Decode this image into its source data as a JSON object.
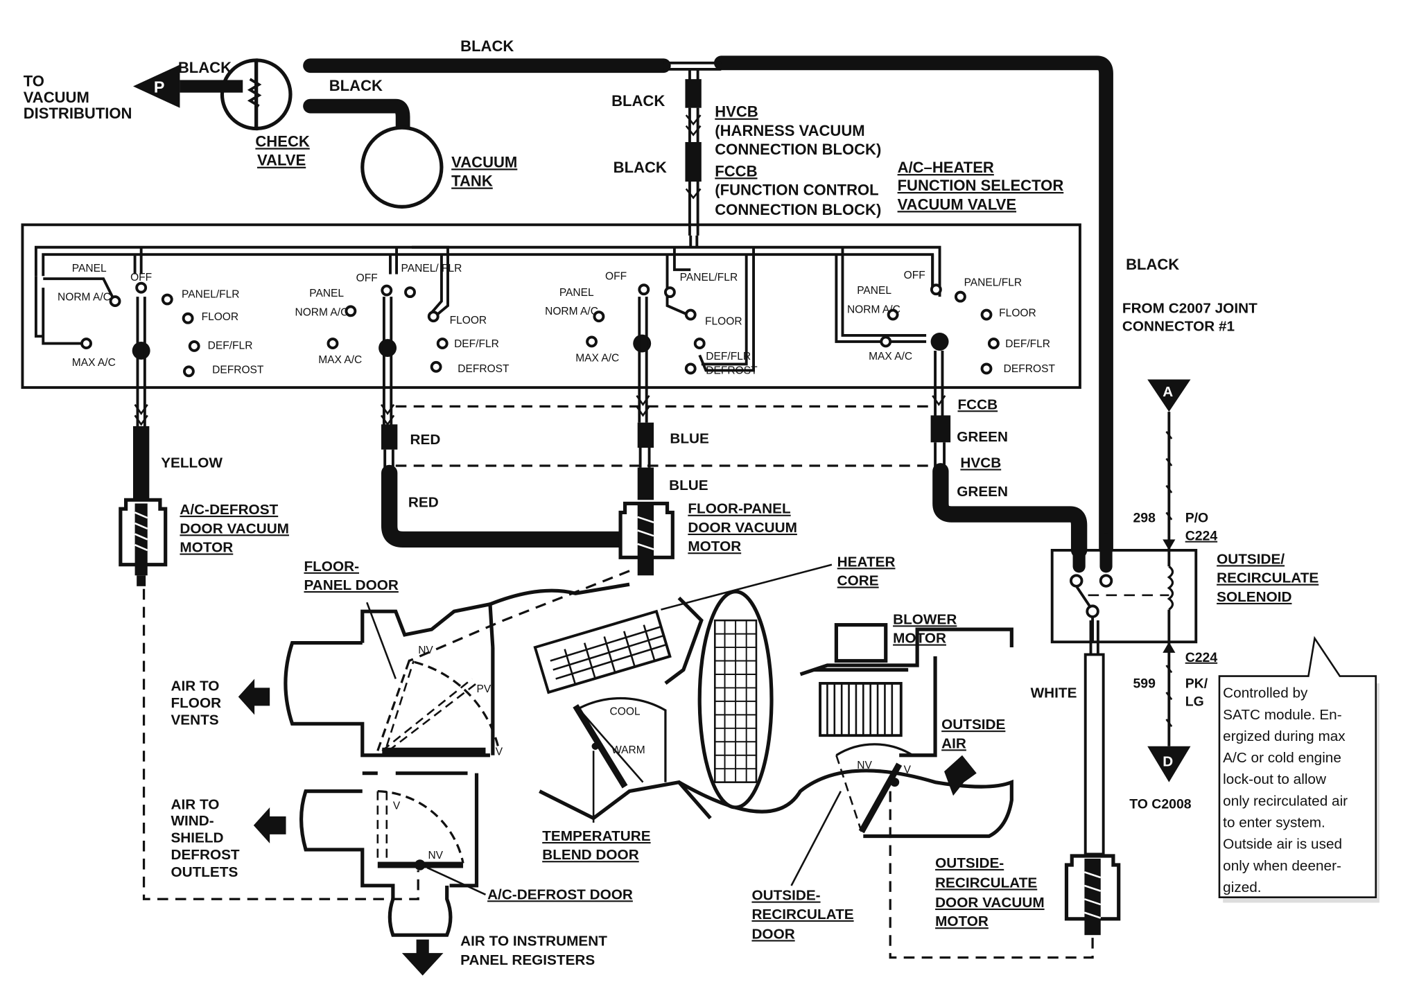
{
  "top": {
    "to_vacuum_distribution": [
      "TO",
      "VACUUM",
      "DISTRIBUTION"
    ],
    "p_marker": "P",
    "black_1": "BLACK",
    "black_2": "BLACK",
    "black_top": "BLACK",
    "black_hv": "BLACK",
    "black_fc": "BLACK",
    "black_right": "BLACK",
    "check_valve": [
      "CHECK",
      "VALVE"
    ],
    "vacuum_tank": [
      "VACUUM",
      "TANK"
    ],
    "hvcb_block": [
      "HVCB",
      "(HARNESS VACUUM",
      "CONNECTION BLOCK)"
    ],
    "fccb_block": [
      "FCCB",
      "(FUNCTION CONTROL",
      "CONNECTION BLOCK)"
    ],
    "selector_valve": [
      "A/C–HEATER",
      "FUNCTION SELECTOR",
      "VACUUM VALVE"
    ],
    "from_c2007": [
      "FROM C2007 JOINT",
      "CONNECTOR #1"
    ]
  },
  "valve_groups": [
    {
      "panel": "PANEL",
      "off": "OFF",
      "norm_ac": "NORM A/C",
      "max_ac": "MAX A/C",
      "panel_flr": "PANEL/FLR",
      "floor": "FLOOR",
      "def_flr": "DEF/FLR",
      "defrost": "DEFROST"
    },
    {
      "panel": "PANEL",
      "off": "OFF",
      "norm_ac": "NORM A/C",
      "max_ac": "MAX A/C",
      "panel_flr": "PANEL/ FLR",
      "floor": "FLOOR",
      "def_flr": "DEF/FLR",
      "defrost": "DEFROST"
    },
    {
      "panel": "PANEL",
      "off": "OFF",
      "norm_ac": "NORM A/C",
      "max_ac": "MAX A/C",
      "panel_flr": "PANEL/FLR",
      "floor": "FLOOR",
      "def_flr": "DEF/FLR",
      "defrost": "DEFROST"
    },
    {
      "panel": "PANEL",
      "off": "OFF",
      "norm_ac": "NORM A/C",
      "max_ac": "MAX A/C",
      "panel_flr": "PANEL/FLR",
      "floor": "FLOOR",
      "def_flr": "DEF/FLR",
      "defrost": "DEFROST"
    }
  ],
  "hoses": {
    "fccb": "FCCB",
    "hvcb": "HVCB",
    "yellow": "YELLOW",
    "red_1": "RED",
    "red_2": "RED",
    "blue_1": "BLUE",
    "blue_2": "BLUE",
    "green_1": "GREEN",
    "green_2": "GREEN",
    "white": "WHITE"
  },
  "components": {
    "ac_defrost_motor": [
      "A/C-DEFROST",
      "DOOR VACUUM",
      "MOTOR"
    ],
    "floor_panel_motor": [
      "FLOOR-PANEL",
      "DOOR VACUUM",
      "MOTOR"
    ],
    "heater_core": [
      "HEATER",
      "CORE"
    ],
    "blower_motor": [
      "BLOWER",
      "MOTOR"
    ],
    "floor_panel_door": [
      "FLOOR-",
      "PANEL DOOR"
    ],
    "temp_blend_door": [
      "TEMPERATURE",
      "BLEND DOOR"
    ],
    "ac_defrost_door": "A/C-DEFROST DOOR",
    "outside_recirc_door": [
      "OUTSIDE-",
      "RECIRCULATE",
      "DOOR"
    ],
    "outside_recirc_motor": [
      "OUTSIDE-",
      "RECIRCULATE",
      "DOOR VACUUM",
      "MOTOR"
    ],
    "outside_air": [
      "OUTSIDE",
      "AIR"
    ],
    "solenoid": [
      "OUTSIDE/",
      "RECIRCULATE",
      "SOLENOID"
    ]
  },
  "airflow": {
    "floor_vents": [
      "AIR TO",
      "FLOOR",
      "VENTS"
    ],
    "windshield": [
      "AIR TO",
      "WIND-",
      "SHIELD",
      "DEFROST",
      "OUTLETS"
    ],
    "instrument": [
      "AIR TO INSTRUMENT",
      "PANEL REGISTERS"
    ]
  },
  "door_marks": {
    "nv_1": "NV",
    "pv": "PV",
    "v_1": "V",
    "v_2": "V",
    "nv_2": "NV",
    "cool": "COOL",
    "warm": "WARM",
    "nv_3": "NV",
    "v_3": "V"
  },
  "electrical": {
    "connector_a": "A",
    "connector_d": "D",
    "wire_298": "298",
    "po": "P/O",
    "c224_top": "C224",
    "c224_bottom": "C224",
    "wire_599": "599",
    "pk_lg": [
      "PK/",
      "LG"
    ],
    "to_c2008": "TO C2008"
  },
  "note": [
    "Controlled by",
    "SATC module. En-",
    "ergized during max",
    "A/C or cold engine",
    "lock-out to allow",
    "only recirculated air",
    "to enter system.",
    "Outside air is used",
    "only when deener-",
    "gized."
  ]
}
